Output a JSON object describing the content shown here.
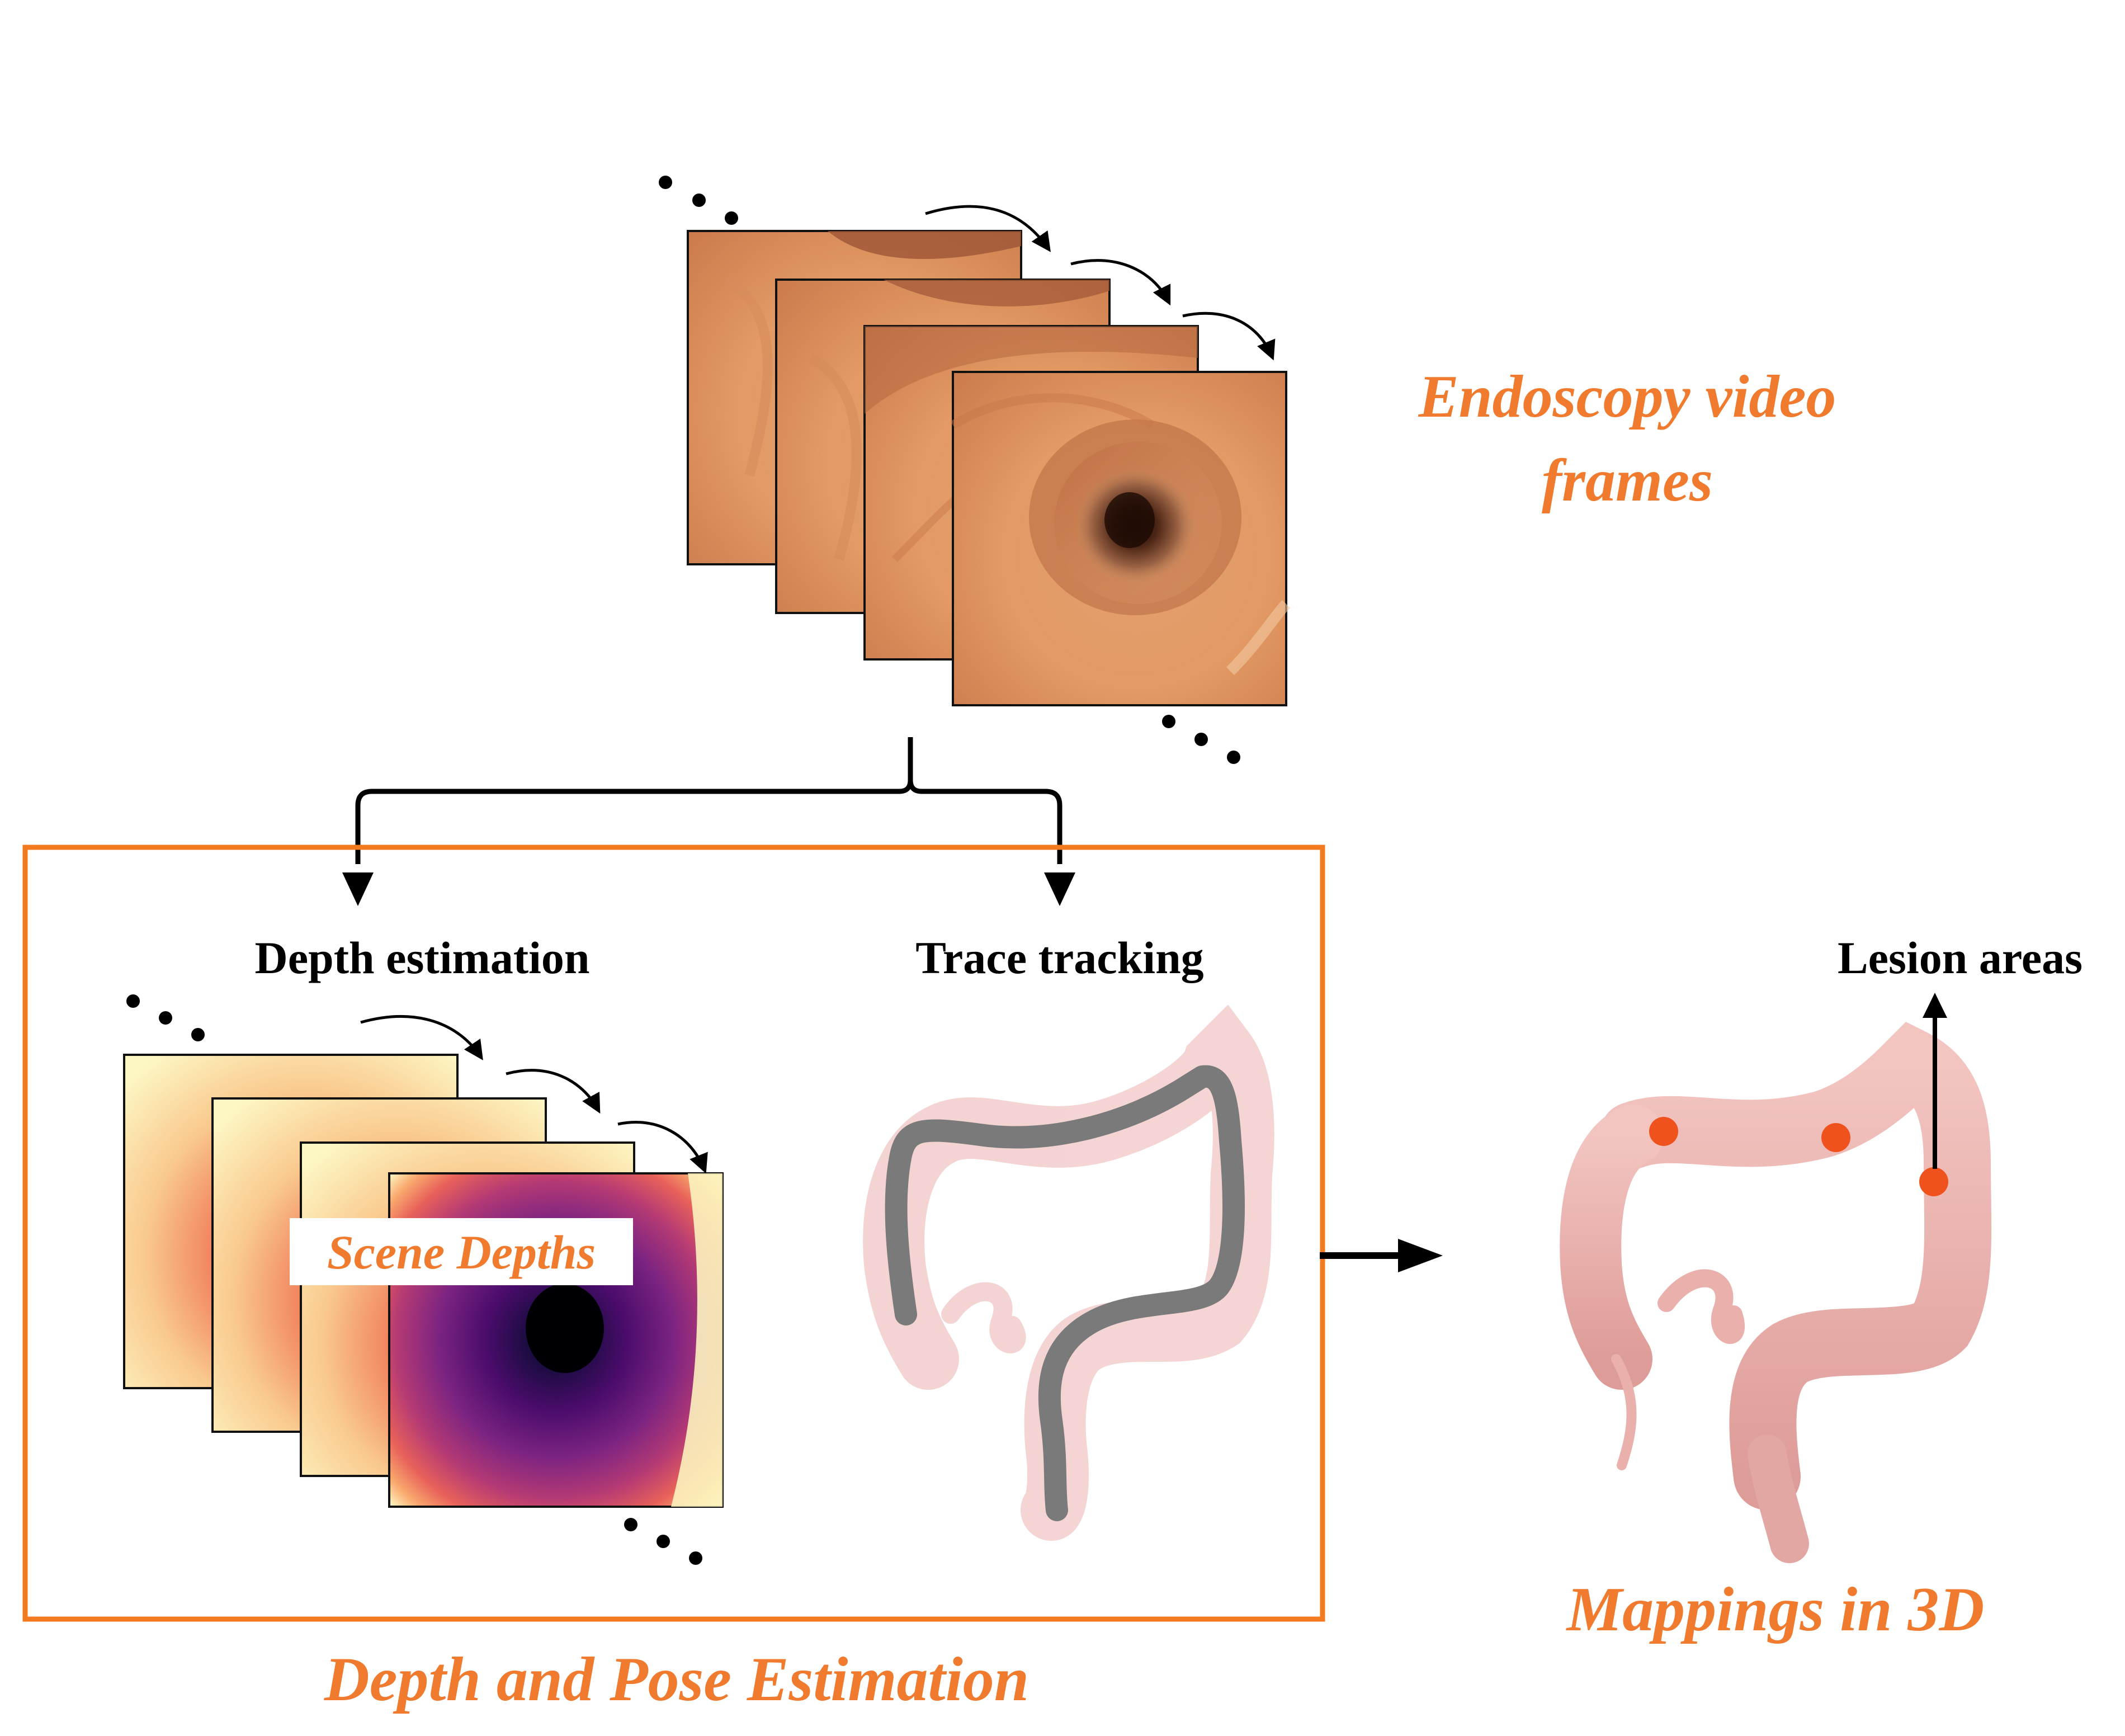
{
  "colors": {
    "accent_orange": "#F07A2E",
    "box_border": "#F47A1F",
    "lesion_dot": "#F0521E",
    "trace_gray": "#7A7A7A",
    "colon_pink": "#EBB2AE"
  },
  "labels": {
    "endoscopy_title_line1": "Endoscopy video",
    "endoscopy_title_line2": "frames",
    "depth_estimation": "Depth estimation",
    "trace_tracking": "Trace tracking",
    "scene_depths": "Scene Depths",
    "lesion_areas": "Lesion areas",
    "box_caption": "Depth and Pose Estimation",
    "mappings_caption": "Mappings in 3D"
  }
}
